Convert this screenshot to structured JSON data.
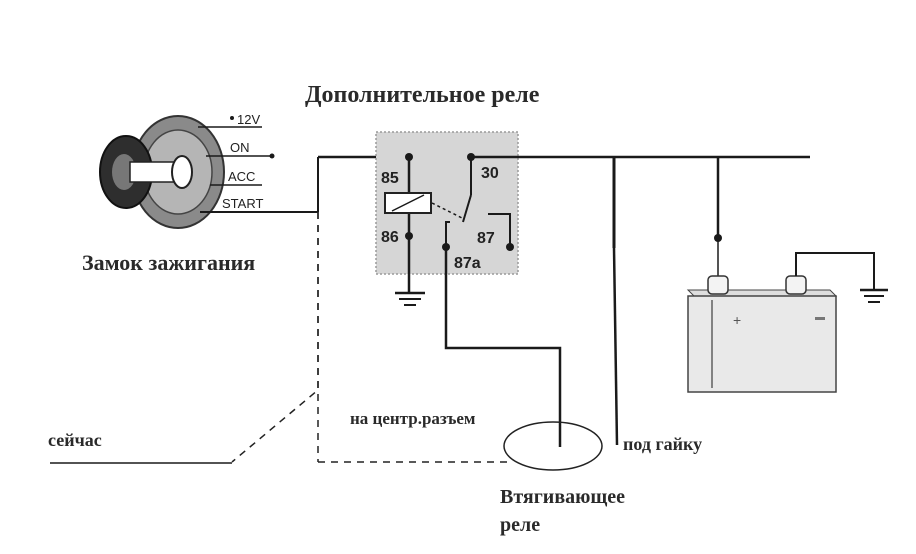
{
  "titles": {
    "relay_title": "Дополнительное реле",
    "ignition_lock": "Замок зажигания",
    "now": "сейчас",
    "to_central": "на центр.разъем",
    "under_nut": "под гайку",
    "pullin_relay_line1": "Втягивающее",
    "pullin_relay_line2": "реле"
  },
  "ignition_terminals": {
    "t12v": "12V",
    "on": "ON",
    "acc": "ACC",
    "start": "START"
  },
  "relay_pins": {
    "p85": "85",
    "p86": "86",
    "p30": "30",
    "p87": "87",
    "p87a": "87a"
  },
  "colors": {
    "relay_box": "#d6d6d6",
    "relay_box_border": "#9a9a9a",
    "battery": "#e9e9e9",
    "wire": "#1a1a1a"
  }
}
